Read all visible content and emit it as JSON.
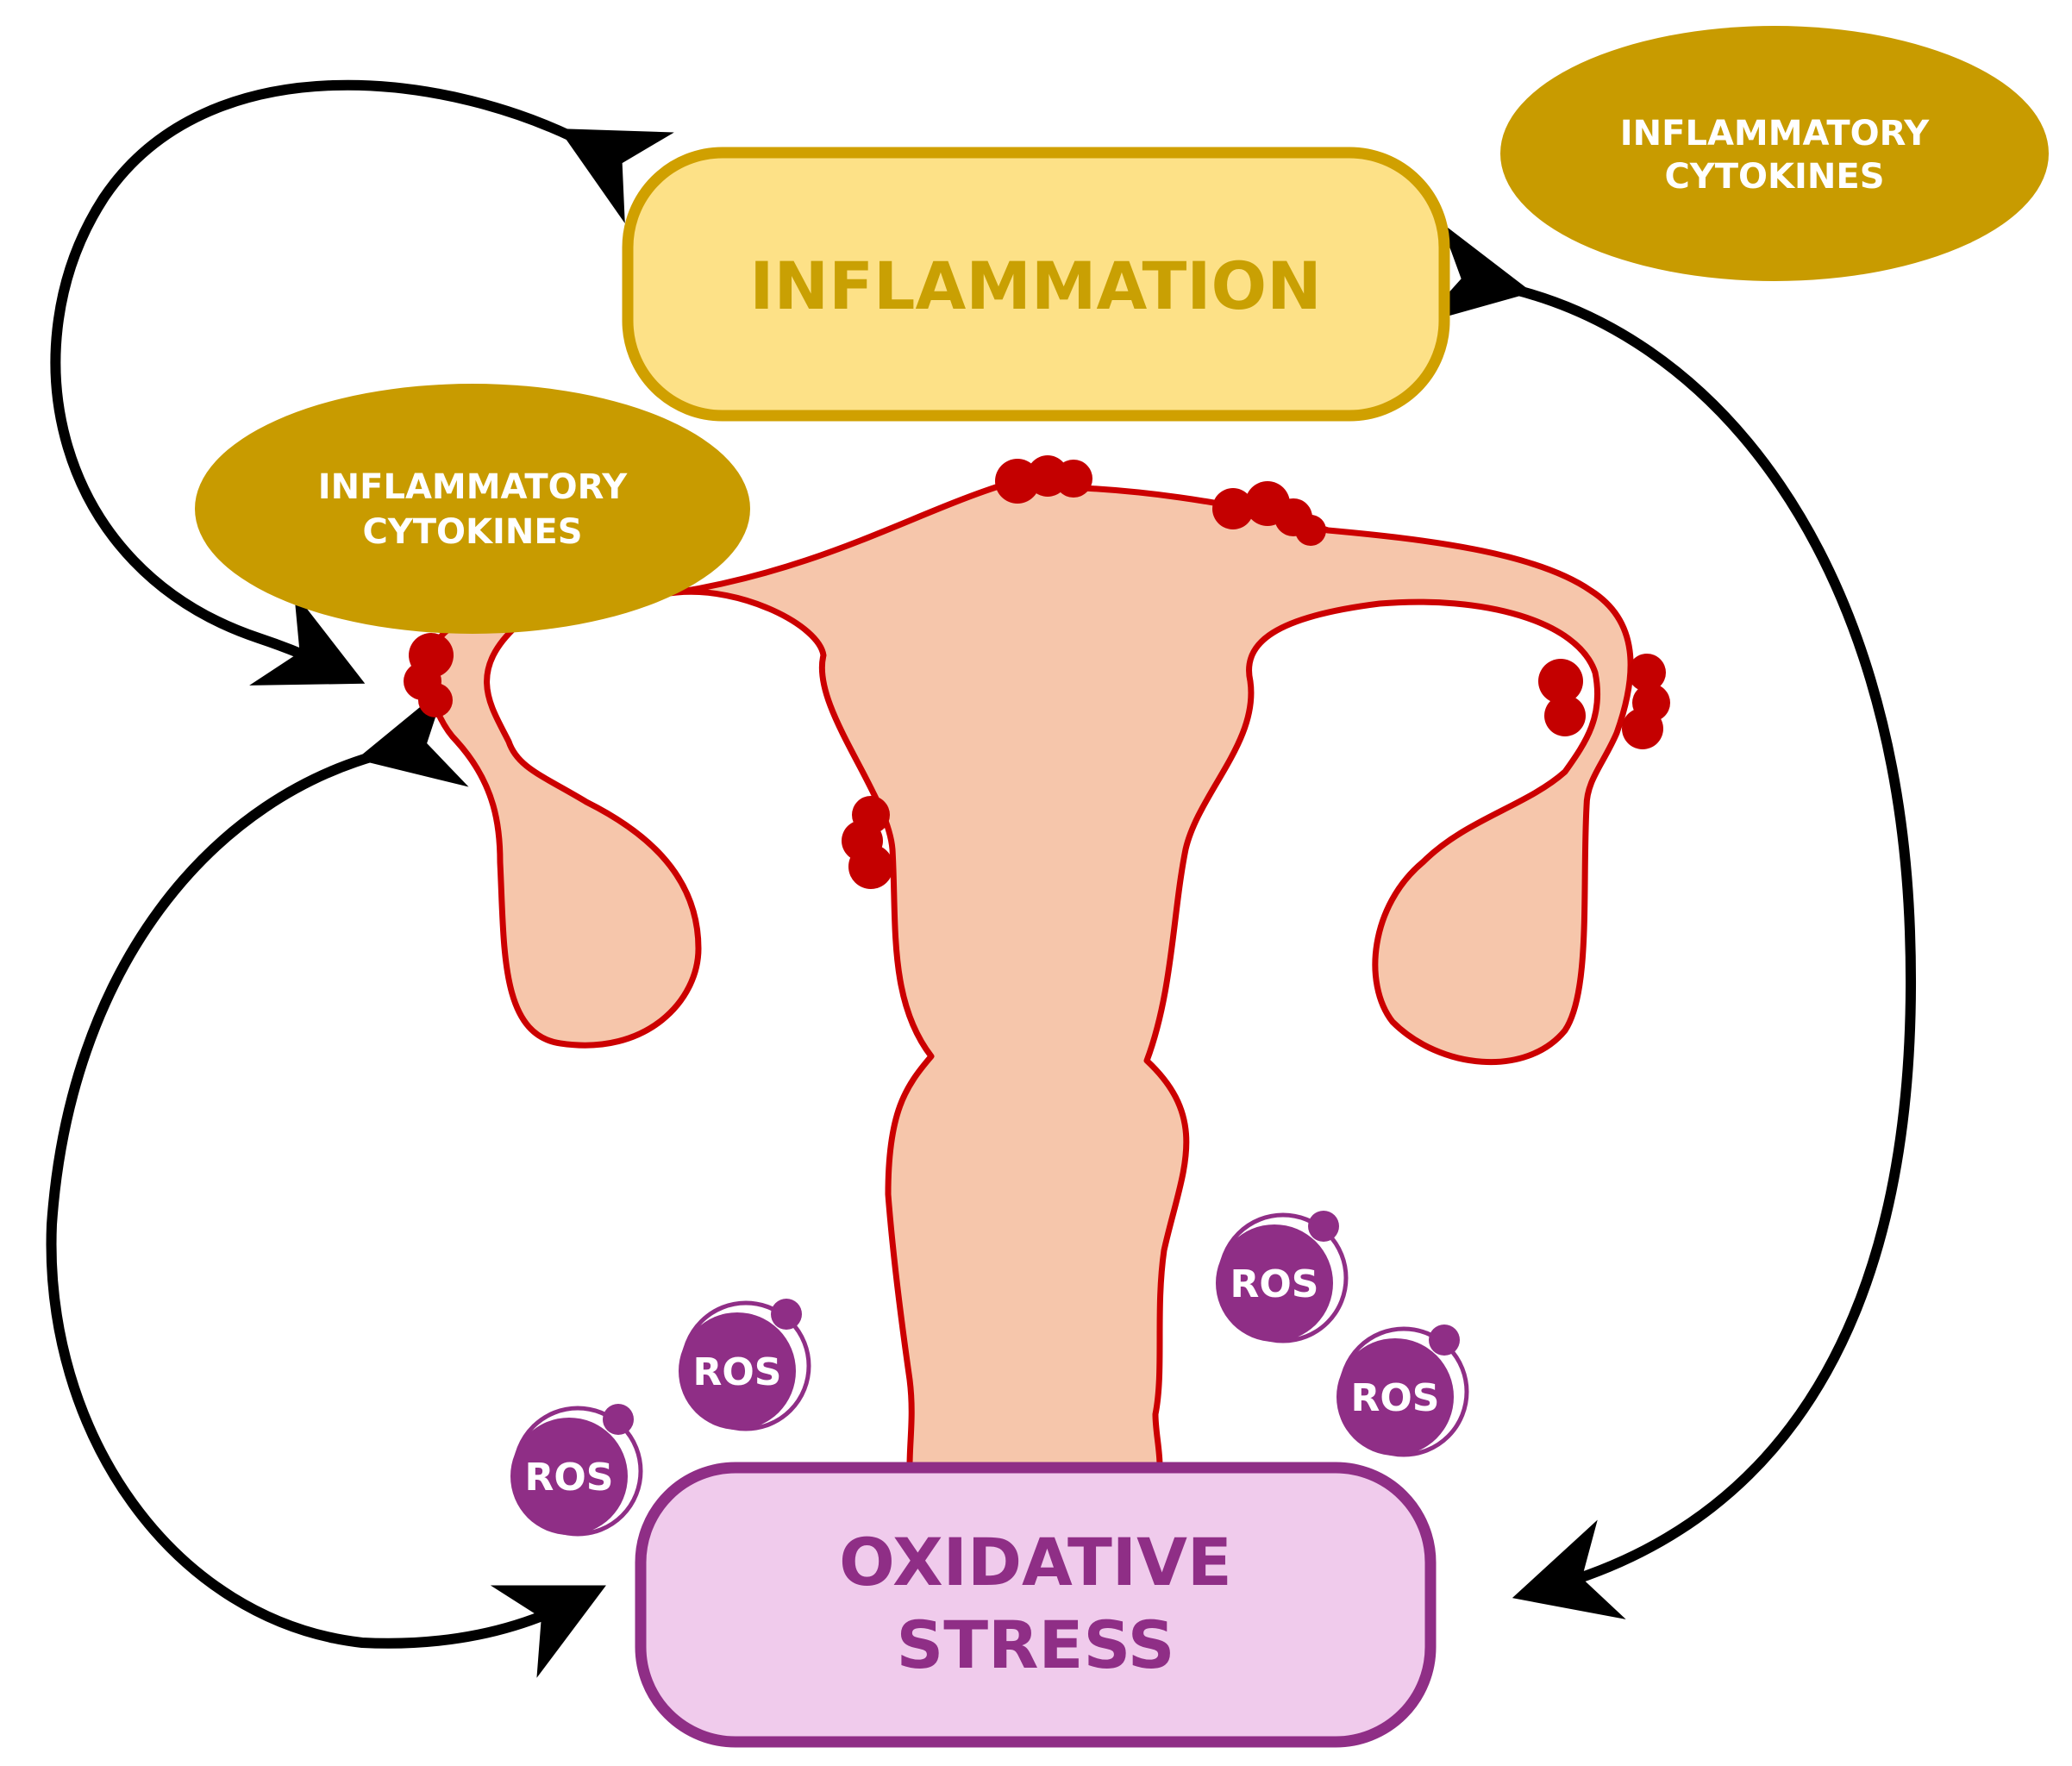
{
  "boxes": {
    "inflammation": {
      "label": "INFLAMMATION",
      "fill": "#fde187",
      "stroke": "#d0a000",
      "text_color": "#c9a003"
    },
    "oxidative_stress": {
      "line1": "OXIDATIVE",
      "line2": "STRESS",
      "fill": "#f0cbec",
      "stroke": "#8f2e86",
      "text_color": "#8f2e86"
    }
  },
  "cytokines": [
    {
      "line1": "INFLAMMATORY",
      "line2": "CYTOKINES"
    },
    {
      "line1": "INFLAMMATORY",
      "line2": "CYTOKINES"
    }
  ],
  "cytokine_color": "#c89b00",
  "ros": [
    "ROS",
    "ROS",
    "ROS",
    "ROS"
  ],
  "ros_color": "#8f2e86",
  "uterus": {
    "fill": "#f6c6ab",
    "stroke": "#cc0000",
    "lesion_color": "#c40000"
  },
  "arrow_color": "#000000"
}
